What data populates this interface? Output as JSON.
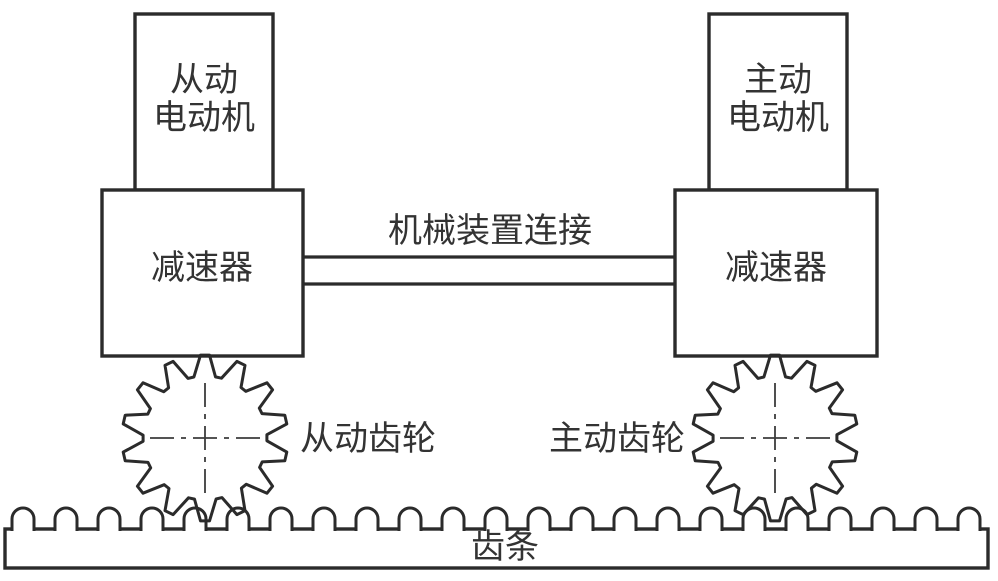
{
  "diagram": {
    "labels": {
      "left_motor": [
        "从动",
        "电动机"
      ],
      "right_motor": [
        "主动",
        "电动机"
      ],
      "left_reducer": "减速器",
      "right_reducer": "减速器",
      "coupling": "机械装置连接",
      "left_gear": "从动齿轮",
      "right_gear": "主动齿轮",
      "rack": "齿条"
    },
    "gear_teeth_count": 14,
    "rack_teeth_count": 23,
    "colors": {
      "stroke": "#2b2b2b",
      "text": "#333333",
      "background": "#ffffff"
    }
  }
}
